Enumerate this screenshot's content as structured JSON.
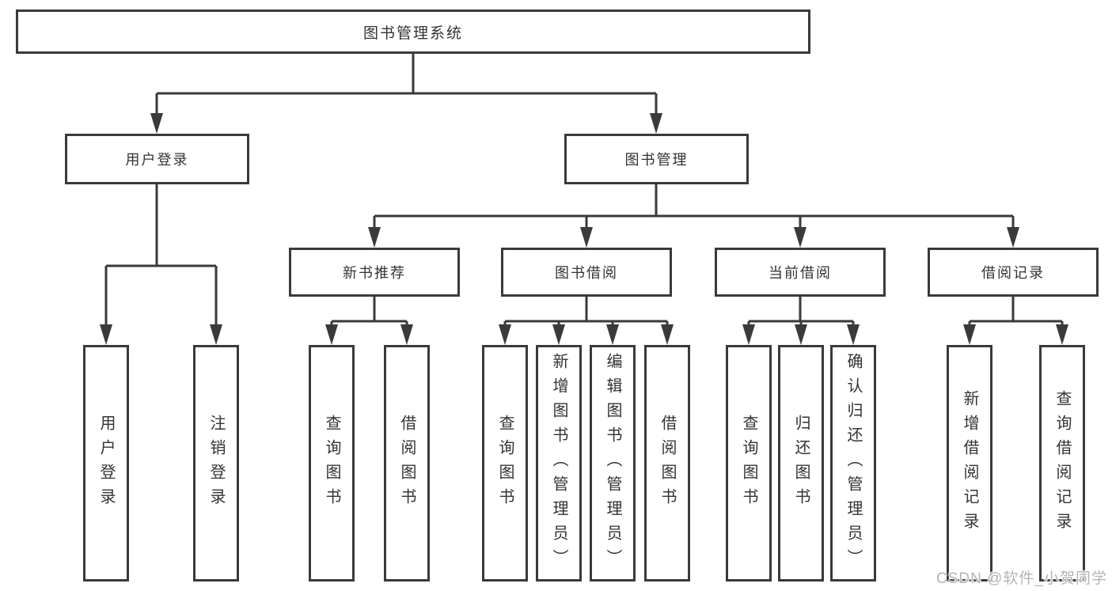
{
  "diagram_title": "图书管理系统",
  "tree": {
    "label": "图书管理系统",
    "children": [
      {
        "label": "用户登录",
        "children": [
          {
            "label": "用户登录"
          },
          {
            "label": "注销登录"
          }
        ]
      },
      {
        "label": "图书管理",
        "children": [
          {
            "label": "新书推荐",
            "children": [
              {
                "label": "查询图书"
              },
              {
                "label": "借阅图书"
              }
            ]
          },
          {
            "label": "图书借阅",
            "children": [
              {
                "label": "查询图书"
              },
              {
                "label": "新增图书（管理员）"
              },
              {
                "label": "编辑图书（管理员）"
              },
              {
                "label": "借阅图书"
              }
            ]
          },
          {
            "label": "当前借阅",
            "children": [
              {
                "label": "查询图书"
              },
              {
                "label": "归还图书"
              },
              {
                "label": "确认归还（管理员）"
              }
            ]
          },
          {
            "label": "借阅记录",
            "children": [
              {
                "label": "新增借阅记录"
              },
              {
                "label": "查询借阅记录"
              }
            ]
          }
        ]
      }
    ]
  },
  "watermark": {
    "text": "CSDN @软件_小贺同学"
  },
  "colors": {
    "background": "#ffffff",
    "line": "#3a3a3a",
    "box_border": "#3a3a3a",
    "box_fill": "#ffffff",
    "text": "#333333",
    "watermark": "#b4b4b4"
  }
}
